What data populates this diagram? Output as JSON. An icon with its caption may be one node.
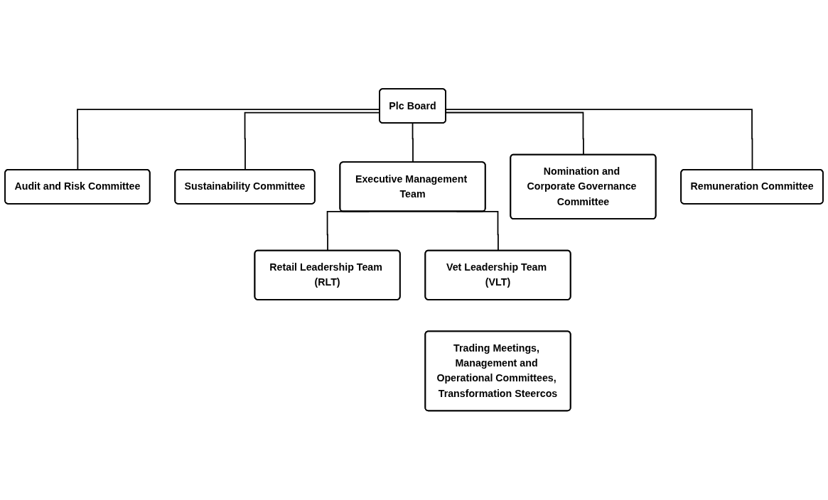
{
  "diagram": {
    "nodes": [
      {
        "text": [
          "Plc Board"
        ]
      },
      {
        "text": [
          "Audit and Risk Committee"
        ]
      },
      {
        "text": [
          "Sustainability Committee"
        ]
      },
      {
        "text": [
          "Executive Management Team"
        ]
      },
      {
        "text": [
          "Nomination and Corporate Governance Committee"
        ]
      },
      {
        "text": [
          "Remuneration Committee"
        ]
      },
      {
        "text": [
          "Retail Leadership Team (RLT)"
        ]
      },
      {
        "text": [
          "Vet Leadership Team (VLT)"
        ]
      },
      {
        "text": [
          "Trading Meetings, Management and Operational Committees, Transformation Steercos"
        ]
      }
    ],
    "edges": [
      {
        "from": 0,
        "to": 1,
        "arrow": "none"
      },
      {
        "from": 0,
        "to": 2,
        "arrow": "none"
      },
      {
        "from": 0,
        "to": 3,
        "arrow": "none"
      },
      {
        "from": 0,
        "to": 4,
        "arrow": "none"
      },
      {
        "from": 0,
        "to": 5,
        "arrow": "none"
      },
      {
        "from": 3,
        "to": 6,
        "arrow": "none"
      },
      {
        "from": 3,
        "to": 7,
        "arrow": "none"
      }
    ]
  }
}
